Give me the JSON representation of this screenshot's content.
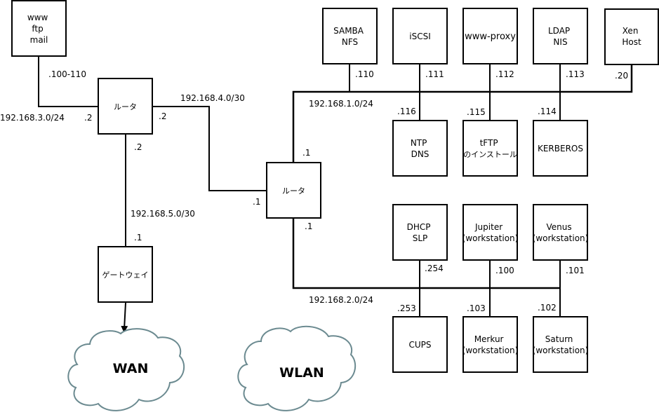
{
  "nodes": {
    "web_server": {
      "lines": [
        "www",
        "ftp",
        "mail"
      ]
    },
    "router_left": {
      "lines": [
        "ルータ"
      ]
    },
    "router_center": {
      "lines": [
        "ルータ"
      ]
    },
    "gateway": {
      "lines": [
        "ゲートウェイ"
      ]
    },
    "samba": {
      "lines": [
        "SAMBA",
        "NFS"
      ]
    },
    "iscsi": {
      "lines": [
        "iSCSI"
      ]
    },
    "www_proxy": {
      "lines": [
        "www-proxy"
      ]
    },
    "ldap": {
      "lines": [
        "LDAP",
        "NIS"
      ]
    },
    "xen": {
      "lines": [
        "Xen",
        "Host"
      ]
    },
    "ntp": {
      "lines": [
        "NTP",
        "DNS"
      ]
    },
    "tftp": {
      "lines": [
        "tFTP",
        "のインストール"
      ]
    },
    "kerberos": {
      "lines": [
        "KERBEROS"
      ]
    },
    "dhcp": {
      "lines": [
        "DHCP",
        "SLP"
      ]
    },
    "jupiter": {
      "lines": [
        "Jupiter",
        "(workstation)"
      ]
    },
    "venus": {
      "lines": [
        "Venus",
        "(workstation)"
      ]
    },
    "cups": {
      "lines": [
        "CUPS"
      ]
    },
    "merkur": {
      "lines": [
        "Merkur",
        "(workstation)"
      ]
    },
    "saturn": {
      "lines": [
        "Saturn",
        "(workstation)"
      ]
    }
  },
  "clouds": {
    "wan": "WAN",
    "wlan": "WLAN"
  },
  "labels": {
    "range_100_110": ".100-110",
    "net_3": "192.168.3.0/24",
    "rl_dot2_left": ".2",
    "rl_dot2_right": ".2",
    "rl_dot2_bottom": ".2",
    "net_4": "192.168.4.0/30",
    "net_5": "192.168.5.0/30",
    "gw_dot1": ".1",
    "rc_dot1_left": ".1",
    "rc_dot1_top": ".1",
    "rc_dot1_bottom": ".1",
    "net_1": "192.168.1.0/24",
    "net_2": "192.168.2.0/24",
    "ip_110": ".110",
    "ip_111": ".111",
    "ip_112": ".112",
    "ip_113": ".113",
    "ip_20": ".20",
    "ip_116": ".116",
    "ip_115": ".115",
    "ip_114": ".114",
    "ip_254": ".254",
    "ip_100": ".100",
    "ip_101": ".101",
    "ip_253": ".253",
    "ip_103": ".103",
    "ip_102": ".102"
  }
}
